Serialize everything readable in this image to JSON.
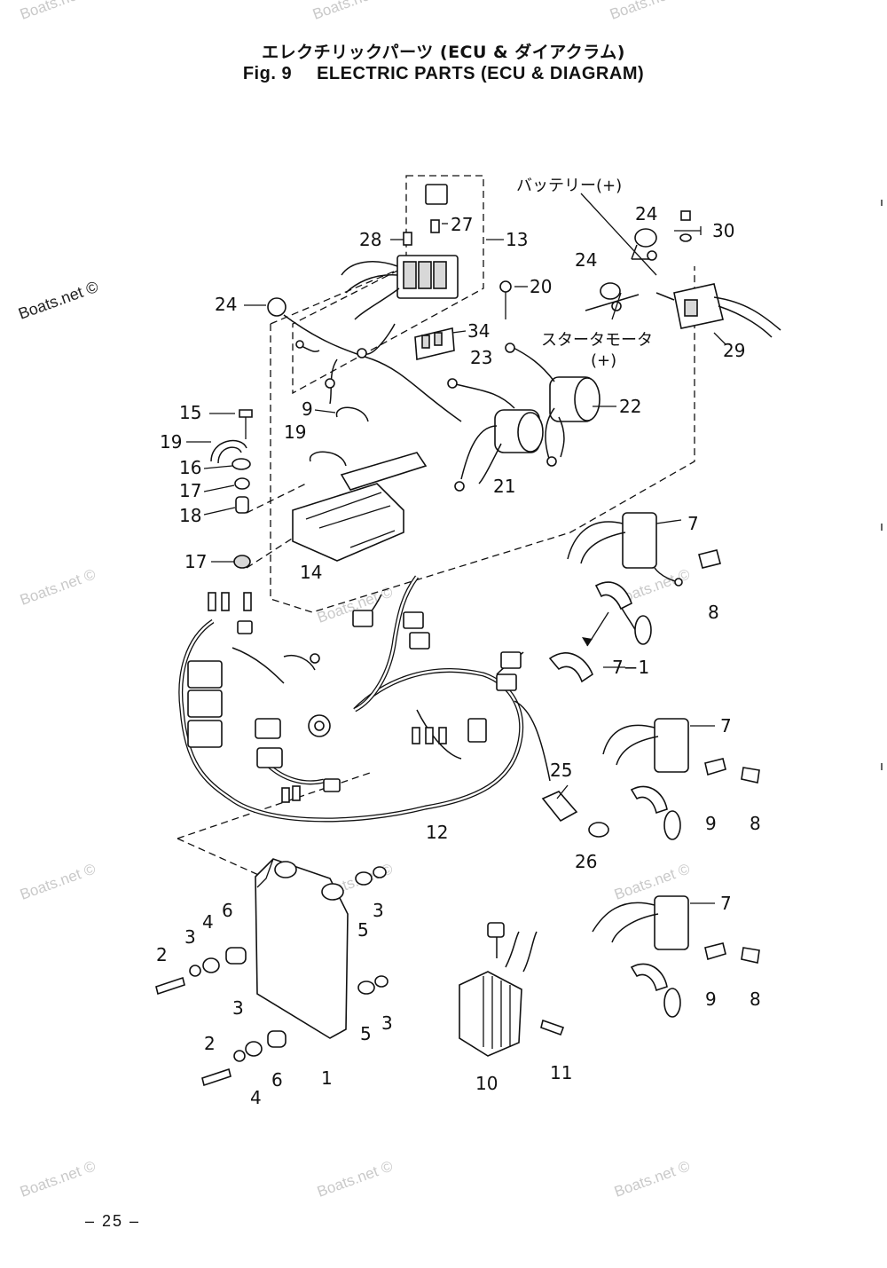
{
  "header": {
    "title_jp": "エレクチリックパーツ (ECU & ダイアクラム)",
    "fig_label": "Fig. 9",
    "title_en": "ELECTRIC PARTS (ECU & DIAGRAM)"
  },
  "page_number": "– 25 –",
  "watermarks": {
    "main": "Boats.net ©",
    "faint": "Boats.net ©"
  },
  "annotations": {
    "battery_plus": "バッテリー(+)",
    "starter_motor_jp": "スタータモータ",
    "starter_motor_plus": "(+)"
  },
  "callouts": [
    {
      "id": "c1",
      "text": "1"
    },
    {
      "id": "c2a",
      "text": "2"
    },
    {
      "id": "c2b",
      "text": "2"
    },
    {
      "id": "c3a",
      "text": "3"
    },
    {
      "id": "c3b",
      "text": "3"
    },
    {
      "id": "c3c",
      "text": "3"
    },
    {
      "id": "c3d",
      "text": "3"
    },
    {
      "id": "c4a",
      "text": "4"
    },
    {
      "id": "c4b",
      "text": "4"
    },
    {
      "id": "c5a",
      "text": "5"
    },
    {
      "id": "c5b",
      "text": "5"
    },
    {
      "id": "c6a",
      "text": "6"
    },
    {
      "id": "c6b",
      "text": "6"
    },
    {
      "id": "c7a",
      "text": "7"
    },
    {
      "id": "c7b",
      "text": "7"
    },
    {
      "id": "c7c",
      "text": "7"
    },
    {
      "id": "c71",
      "text": "7−1"
    },
    {
      "id": "c8a",
      "text": "8"
    },
    {
      "id": "c8b",
      "text": "8"
    },
    {
      "id": "c8c",
      "text": "8"
    },
    {
      "id": "c9a",
      "text": "9"
    },
    {
      "id": "c9b",
      "text": "9"
    },
    {
      "id": "c9c",
      "text": "9"
    },
    {
      "id": "c10",
      "text": "10"
    },
    {
      "id": "c11",
      "text": "11"
    },
    {
      "id": "c12",
      "text": "12"
    },
    {
      "id": "c13",
      "text": "13"
    },
    {
      "id": "c14",
      "text": "14"
    },
    {
      "id": "c15",
      "text": "15"
    },
    {
      "id": "c16",
      "text": "16"
    },
    {
      "id": "c17a",
      "text": "17"
    },
    {
      "id": "c17b",
      "text": "17"
    },
    {
      "id": "c18",
      "text": "18"
    },
    {
      "id": "c19a",
      "text": "19"
    },
    {
      "id": "c19b",
      "text": "19"
    },
    {
      "id": "c20",
      "text": "20"
    },
    {
      "id": "c21",
      "text": "21"
    },
    {
      "id": "c22",
      "text": "22"
    },
    {
      "id": "c23",
      "text": "23"
    },
    {
      "id": "c24a",
      "text": "24"
    },
    {
      "id": "c24b",
      "text": "24"
    },
    {
      "id": "c24c",
      "text": "24"
    },
    {
      "id": "c25",
      "text": "25"
    },
    {
      "id": "c26",
      "text": "26"
    },
    {
      "id": "c27",
      "text": "27"
    },
    {
      "id": "c28",
      "text": "28"
    },
    {
      "id": "c29",
      "text": "29"
    },
    {
      "id": "c30",
      "text": "30"
    },
    {
      "id": "c34",
      "text": "34"
    }
  ]
}
